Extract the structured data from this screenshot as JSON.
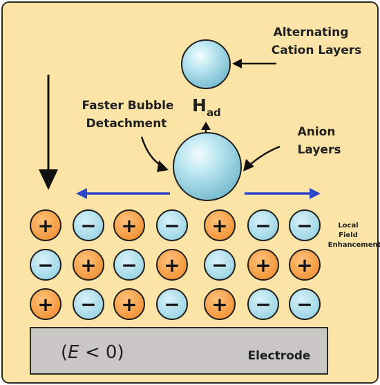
{
  "labels": {
    "cation_layers_line1": "Alternating",
    "cation_layers_line2": "Cation Layers",
    "h_ad_main": "H",
    "h_ad_sub": "ad",
    "faster_line1": "Faster Bubble",
    "faster_line2": "Detachment",
    "anion_line1": "Anion",
    "anion_line2": "Layers",
    "local_line1": "Local",
    "local_line2": "Field",
    "local_line3": "Enhancement",
    "potential_open": "(",
    "potential_e": "E",
    "potential_rest": " < 0)",
    "electrode": "Electrode"
  },
  "ion_rows": [
    [
      "+",
      "−",
      "+",
      "−",
      "+",
      "−",
      "−"
    ],
    [
      "−",
      "+",
      "−",
      "+",
      "−",
      "+",
      "+"
    ],
    [
      "+",
      "−",
      "+",
      "−",
      "+",
      "−",
      "−"
    ]
  ],
  "colors": {
    "background": "#fbe4a6",
    "cation": "#f5a34a",
    "anion": "#a8dcea",
    "bubble": "#a9dde9",
    "blue_arrow": "#2e46c8",
    "electrode": "#c9c7c4"
  }
}
